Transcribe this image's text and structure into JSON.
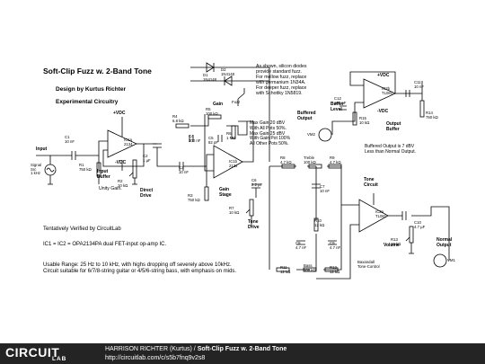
{
  "title": "Soft-Clip Fuzz w. 2-Band Tone",
  "author_line": "Design by Kurtus Richter",
  "org_line": "Experimental Circuitry",
  "diode_note": [
    "As shown, silicon diodes",
    "provide standard fuzz.",
    "For mellow fuzz, replace",
    "with germanium 1N34A.",
    "For deeper fuzz, replace",
    "with Schottky 1N5819."
  ],
  "gain_note": [
    "Max Gain 20 dBV",
    "With All Pots 50%.",
    "Max Gain 25 dBV",
    "With Gain Pot 100%",
    "All Other Pots 50%."
  ],
  "buffer_note": [
    "Buffered Output is 7 dBV",
    "Less than Normal Output."
  ],
  "unity_gain": "Unity Gain.",
  "verified": "Tentatively Verified by CircuitLab",
  "ic_note": "IC1 = IC2 = OPA2134PA dual FET-input op-amp IC.",
  "usage": [
    "Usable Range: 25 Hz to 10 kHz, with highs dropping off severely above 10kHz.",
    "Circuit suitable for 6/7/8-string guitar or 4/5/6-string bass, with emphasis on mids."
  ],
  "labels": {
    "input": "Input",
    "signal_src": [
      "Signal",
      "Src",
      "1 kHz"
    ],
    "c1": [
      "C1",
      "10 nF"
    ],
    "r1": [
      "R1",
      "750 kΩ"
    ],
    "ic1a": [
      "IC1a",
      "2134"
    ],
    "vcc_plus_1": "+VDC",
    "vcc_minus_1": "-VDC",
    "input_buffer": [
      "Input",
      "Buffer"
    ],
    "c2": [
      "C2",
      "1 µF"
    ],
    "r2": [
      "R2",
      "10 kΩ"
    ],
    "direct_drive": [
      "Direct",
      "Drive"
    ],
    "r4": [
      "R4",
      "6.8 kΩ"
    ],
    "c4": [
      "C4",
      "300 nF"
    ],
    "d1": [
      "D1",
      "1N4148"
    ],
    "d2": [
      "D2",
      "1N4148"
    ],
    "fuzz": "Fuzz",
    "gain": "Gain",
    "r5": [
      "R5",
      "100 kΩ"
    ],
    "c5": [
      "C5",
      "82 pF"
    ],
    "r6": [
      "R6",
      "1 MΩ"
    ],
    "c3": [
      "C3",
      "10 nF"
    ],
    "r3": [
      "R3",
      "750 kΩ"
    ],
    "ic1b": [
      "IC1b",
      "2134"
    ],
    "gain_stage": [
      "Gain",
      "Stage"
    ],
    "c6": [
      "C6",
      "2.2 µF"
    ],
    "r7": [
      "R7",
      "10 kΩ"
    ],
    "tone_drive": [
      "Tone",
      "Drive"
    ],
    "r8": [
      "R8",
      "4.7 kΩ"
    ],
    "treble": [
      "Treble",
      "100 kΩ"
    ],
    "r9": [
      "R9",
      "4.7 kΩ"
    ],
    "c7": [
      "C7",
      "10 nF"
    ],
    "r10": [
      "R10",
      "12 kΩ"
    ],
    "c8": [
      "C8",
      "4.7 nF"
    ],
    "c9": [
      "C9",
      "4.7 nF"
    ],
    "r11": [
      "R11",
      "12 kΩ"
    ],
    "bass": [
      "Bass",
      "100 kΩ"
    ],
    "r12": [
      "R12",
      "12 kΩ"
    ],
    "baxandall": [
      "Baxandall",
      "Tone-Control"
    ],
    "tone_circuit": [
      "Tone",
      "Circuit"
    ],
    "ic2a": [
      "IC2a",
      "TL081"
    ],
    "c10": [
      "C10",
      "4.7 µF"
    ],
    "r13": [
      "R13",
      "10 kΩ"
    ],
    "volume": "Volume",
    "normal_output": [
      "Normal",
      "Output"
    ],
    "vm1": "VM1",
    "vcc_plus_2": "+VDC",
    "vcc_minus_2": "-VDC",
    "ic2b": [
      "IC2b",
      "TL081"
    ],
    "c11": [
      "C11",
      "10 nF"
    ],
    "r14": [
      "R14",
      "750 kΩ"
    ],
    "c12": [
      "C12",
      "100 nF"
    ],
    "r15": [
      "R15",
      "10 kΩ"
    ],
    "output_buffer": [
      "Output",
      "Buffer"
    ],
    "buffer_level": [
      "Buffer",
      "Level"
    ],
    "buffered_output": [
      "Buffered",
      "Output"
    ],
    "vm2": "VM2"
  },
  "footer": {
    "logo_main": "CIRCUIT",
    "logo_sub": "LAB",
    "author": "HARRISON RICHTER (Kurtus)",
    "separator": " / ",
    "project": "Soft-Clip Fuzz w. 2-Band Tone",
    "url": "http://circuitlab.com/c/s5b7fnq9v2s8"
  }
}
